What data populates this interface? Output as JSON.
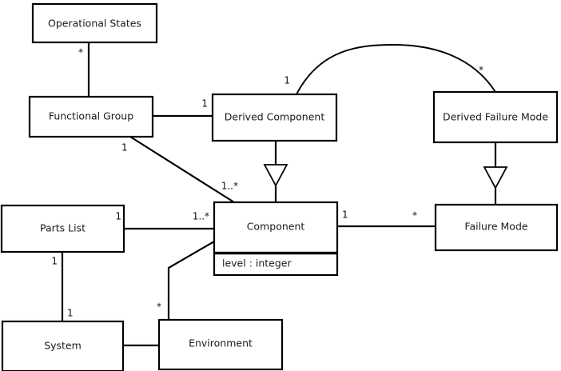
{
  "diagram": {
    "kind": "uml-class-diagram",
    "title": "",
    "background_color": "#ffffff",
    "line_color": "#000000",
    "text_color": "#1a1a1a"
  },
  "classes": [
    {
      "id": "operational-states",
      "name": "Operational States",
      "attributes": []
    },
    {
      "id": "functional-group",
      "name": "Functional Group",
      "attributes": []
    },
    {
      "id": "derived-component",
      "name": "Derived Component",
      "attributes": []
    },
    {
      "id": "derived-failure-mode",
      "name": "Derived Failure Mode",
      "attributes": []
    },
    {
      "id": "parts-list",
      "name": "Parts List",
      "attributes": []
    },
    {
      "id": "component",
      "name": "Component",
      "attributes": [
        "level : integer"
      ]
    },
    {
      "id": "failure-mode",
      "name": "Failure Mode",
      "attributes": []
    },
    {
      "id": "system",
      "name": "System",
      "attributes": []
    },
    {
      "id": "environment",
      "name": "Environment",
      "attributes": []
    }
  ],
  "class_names": {
    "operational_states": "Operational States",
    "functional_group": "Functional Group",
    "derived_component": "Derived Component",
    "derived_failure_mode": "Derived Failure Mode",
    "parts_list": "Parts List",
    "component": "Component",
    "failure_mode": "Failure Mode",
    "system": "System",
    "environment": "Environment"
  },
  "attributes": {
    "component_level": "level : integer"
  },
  "multiplicities": {
    "opstates_to_fgroup": "*",
    "fgroup_to_dcomponent": "1",
    "dcomponent_to_dfailuremode_source": "1",
    "dcomponent_to_dfailuremode_target": "*",
    "fgroup_to_component_source": "1",
    "fgroup_to_component_target": "1..*",
    "partslist_to_component_source": "1",
    "partslist_to_component_target": "1..*",
    "component_to_failuremode_source": "1",
    "component_to_failuremode_target": "*",
    "partslist_to_system_source": "1",
    "partslist_to_system_target": "1",
    "component_to_environment": "*"
  },
  "relationships": [
    {
      "id": "rel-opstates-fgroup",
      "type": "association",
      "from": "operational-states",
      "to": "functional-group",
      "from_mult": "*",
      "to_mult": ""
    },
    {
      "id": "rel-fgroup-dcomponent",
      "type": "association",
      "from": "functional-group",
      "to": "derived-component",
      "from_mult": "",
      "to_mult": "1"
    },
    {
      "id": "rel-dcomponent-dfailmode",
      "type": "association",
      "from": "derived-component",
      "to": "derived-failure-mode",
      "from_mult": "1",
      "to_mult": "*"
    },
    {
      "id": "rel-fgroup-component",
      "type": "association",
      "from": "functional-group",
      "to": "component",
      "from_mult": "1",
      "to_mult": "1..*"
    },
    {
      "id": "rel-partslist-component",
      "type": "association",
      "from": "parts-list",
      "to": "component",
      "from_mult": "1",
      "to_mult": "1..*"
    },
    {
      "id": "rel-component-failmode",
      "type": "association",
      "from": "component",
      "to": "failure-mode",
      "from_mult": "1",
      "to_mult": "*"
    },
    {
      "id": "rel-partslist-system",
      "type": "association",
      "from": "parts-list",
      "to": "system",
      "from_mult": "1",
      "to_mult": "1"
    },
    {
      "id": "rel-component-environment",
      "type": "association",
      "from": "component",
      "to": "environment",
      "from_mult": "*",
      "to_mult": ""
    },
    {
      "id": "rel-system-environment",
      "type": "association",
      "from": "system",
      "to": "environment",
      "from_mult": "",
      "to_mult": ""
    },
    {
      "id": "gen-dcomponent-component",
      "type": "generalization",
      "from": "component",
      "to": "derived-component"
    },
    {
      "id": "gen-dfailmode-failmode",
      "type": "generalization",
      "from": "failure-mode",
      "to": "derived-failure-mode"
    }
  ]
}
